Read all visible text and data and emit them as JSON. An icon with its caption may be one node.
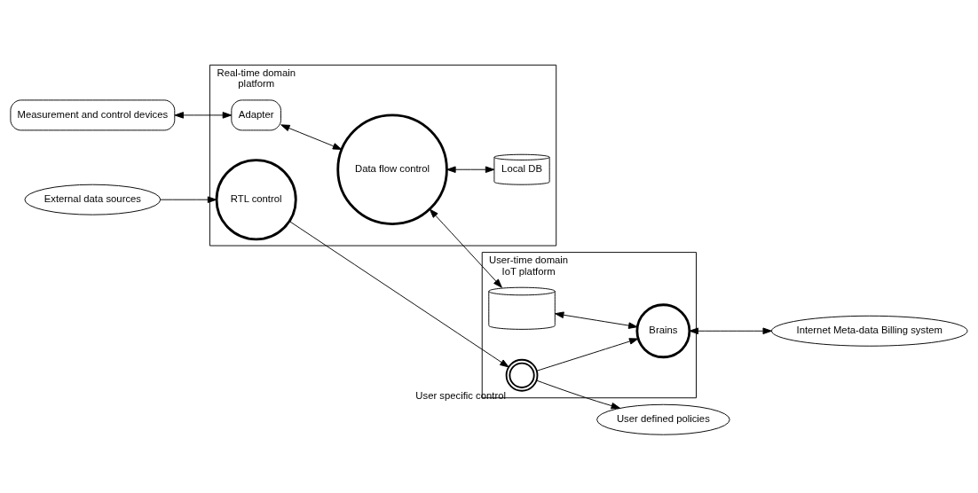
{
  "diagram": {
    "nodes": [
      {
        "text": [
          "External data sources"
        ]
      },
      {
        "text": [
          "User defined policies"
        ]
      },
      {
        "text": [
          "Real-time domain",
          "platform"
        ]
      },
      {
        "text": [
          "User-time domain",
          "IoT platform"
        ]
      },
      {
        "text": [
          "Measurement and control devices"
        ]
      },
      {
        "text": [
          "Adapter"
        ],
        "in": 2
      },
      {
        "text": [
          "RTL control"
        ],
        "in": 2
      },
      {
        "text": [
          "Data flow control"
        ],
        "in": 2
      },
      {
        "text": [
          "Local DB"
        ],
        "in": 2
      },
      {
        "text": [],
        "shape": "picture",
        "beside": [
          "User specific control"
        ],
        "in": 3
      },
      {
        "text": [],
        "shape": "cylinder",
        "in": 3
      },
      {
        "text": [
          "Brains"
        ],
        "in": 3
      },
      {
        "text": [
          "Internet Meta-data Billing system"
        ]
      }
    ],
    "edges": [
      {
        "from": 0,
        "to": 6,
        "arrow": "to"
      },
      {
        "from": 9,
        "to": 1,
        "arrow": "to"
      },
      {
        "from": 6,
        "to": 9,
        "arrow": "to"
      },
      {
        "from": 9,
        "to": 11,
        "arrow": "to"
      },
      {
        "from": 4,
        "to": 5,
        "arrow": "both"
      },
      {
        "from": 5,
        "to": 7,
        "arrow": "both"
      },
      {
        "from": 7,
        "to": 8,
        "arrow": "both"
      },
      {
        "from": 7,
        "to": 10,
        "arrow": "both"
      },
      {
        "from": 10,
        "to": 11,
        "arrow": "both"
      },
      {
        "from": 11,
        "to": 12,
        "arrow": "both"
      }
    ]
  }
}
